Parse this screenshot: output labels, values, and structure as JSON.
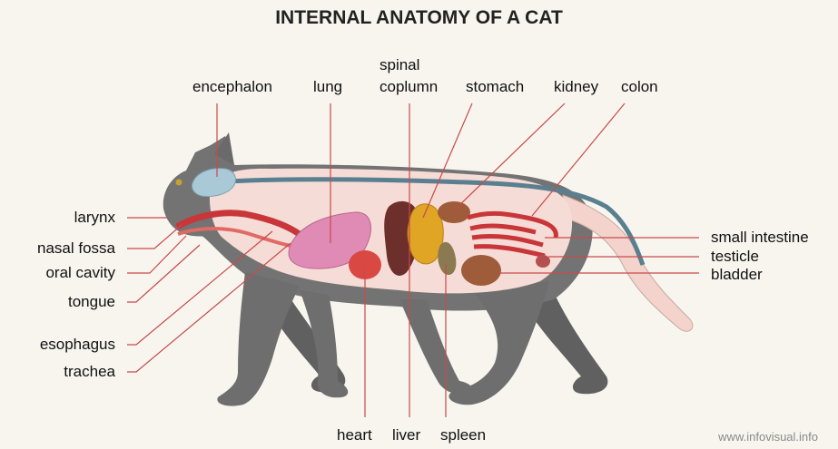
{
  "title": "INTERNAL ANATOMY OF A CAT",
  "labels": {
    "encephalon": "encephalon",
    "lung": "lung",
    "spinal_line1": "spinal",
    "spinal_line2": "coplumn",
    "stomach": "stomach",
    "kidney": "kidney",
    "colon": "colon",
    "larynx": "larynx",
    "nasal_fossa": "nasal fossa",
    "oral_cavity": "oral cavity",
    "tongue": "tongue",
    "esophagus": "esophagus",
    "trachea": "trachea",
    "small_intestine": "small intestine",
    "testicle": "testicle",
    "bladder": "bladder",
    "heart": "heart",
    "liver": "liver",
    "spleen": "spleen"
  },
  "credit": "www.infovisual.info",
  "colors": {
    "body": "#737373",
    "cavity": "#f6dcd6",
    "spine": "#5a7f90",
    "brain": "#a9c9d6",
    "lung": "#e08ab6",
    "heart": "#d94843",
    "liver": "#6d2f2b",
    "stomach": "#e0a524",
    "kidney": "#9e5c3a",
    "spleen": "#8a7a52",
    "intestine": "#c9363a",
    "leader": "#c74b4b"
  }
}
